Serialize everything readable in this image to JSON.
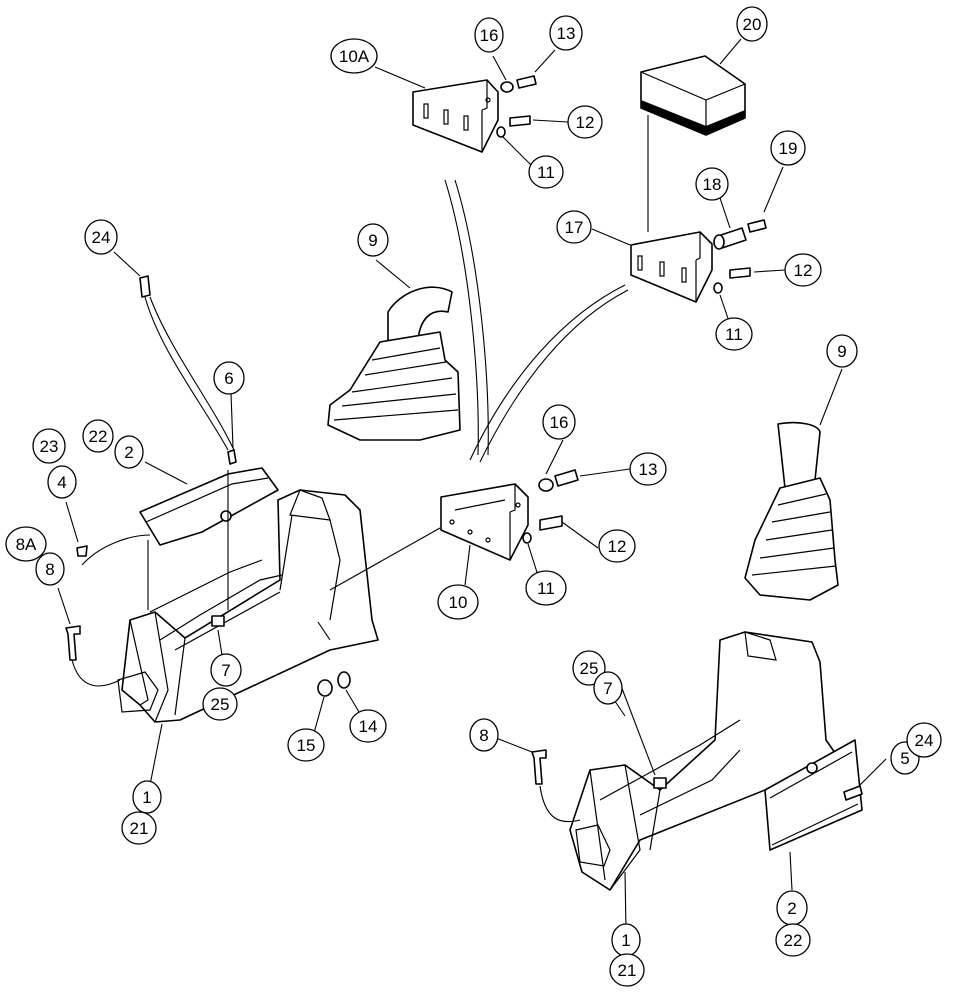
{
  "callouts": [
    {
      "id": "c-10A",
      "label": "10A"
    },
    {
      "id": "c-16a",
      "label": "16"
    },
    {
      "id": "c-13a",
      "label": "13"
    },
    {
      "id": "c-12a",
      "label": "12"
    },
    {
      "id": "c-11a",
      "label": "11"
    },
    {
      "id": "c-20",
      "label": "20"
    },
    {
      "id": "c-19",
      "label": "19"
    },
    {
      "id": "c-18",
      "label": "18"
    },
    {
      "id": "c-17",
      "label": "17"
    },
    {
      "id": "c-12b",
      "label": "12"
    },
    {
      "id": "c-11b",
      "label": "11"
    },
    {
      "id": "c-9a",
      "label": "9"
    },
    {
      "id": "c-9b",
      "label": "9"
    },
    {
      "id": "c-24a",
      "label": "24"
    },
    {
      "id": "c-6",
      "label": "6"
    },
    {
      "id": "c-22a",
      "label": "22"
    },
    {
      "id": "c-2a",
      "label": "2"
    },
    {
      "id": "c-23",
      "label": "23"
    },
    {
      "id": "c-4",
      "label": "4"
    },
    {
      "id": "c-8A",
      "label": "8A"
    },
    {
      "id": "c-8a",
      "label": "8"
    },
    {
      "id": "c-16b",
      "label": "16"
    },
    {
      "id": "c-13b",
      "label": "13"
    },
    {
      "id": "c-12c",
      "label": "12"
    },
    {
      "id": "c-11c",
      "label": "11"
    },
    {
      "id": "c-10",
      "label": "10"
    },
    {
      "id": "c-7a",
      "label": "7"
    },
    {
      "id": "c-25a",
      "label": "25"
    },
    {
      "id": "c-15",
      "label": "15"
    },
    {
      "id": "c-14",
      "label": "14"
    },
    {
      "id": "c-1a",
      "label": "1"
    },
    {
      "id": "c-21a",
      "label": "21"
    },
    {
      "id": "c-25b",
      "label": "25"
    },
    {
      "id": "c-7b",
      "label": "7"
    },
    {
      "id": "c-8b",
      "label": "8"
    },
    {
      "id": "c-5",
      "label": "5"
    },
    {
      "id": "c-24b",
      "label": "24"
    },
    {
      "id": "c-2b",
      "label": "2"
    },
    {
      "id": "c-22b",
      "label": "22"
    },
    {
      "id": "c-1b",
      "label": "1"
    },
    {
      "id": "c-21b",
      "label": "21"
    }
  ]
}
